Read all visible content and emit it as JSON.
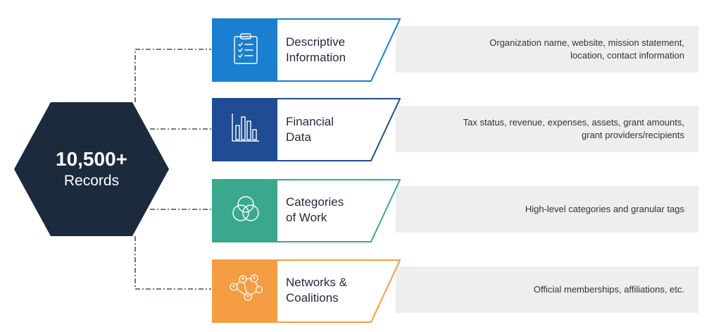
{
  "hub": {
    "count": "10,500+",
    "label": "Records",
    "color": "#1b2a3d"
  },
  "rows": [
    {
      "title_line1": "Descriptive",
      "title_line2": "Information",
      "description_line1": "Organization name, website, mission statement,",
      "description_line2": "location, contact information",
      "color": "#1a7fd0",
      "icon": "clipboard-checklist-icon"
    },
    {
      "title_line1": "Financial",
      "title_line2": "Data",
      "description_line1": "Tax status, revenue, expenses, assets, grant amounts,",
      "description_line2": "grant providers/recipients",
      "color": "#1f4c93",
      "icon": "bar-chart-icon"
    },
    {
      "title_line1": "Categories",
      "title_line2": "of Work",
      "description_line1": "High-level categories and granular tags",
      "description_line2": "",
      "color": "#3aa88d",
      "icon": "venn-circles-icon"
    },
    {
      "title_line1": "Networks &",
      "title_line2": "Coalitions",
      "description_line1": "Official memberships, affiliations, etc.",
      "description_line2": "",
      "color": "#f59d42",
      "icon": "network-people-icon"
    }
  ],
  "colors": {
    "description_band": "#eeeeee",
    "connector": "#1b2a3d"
  }
}
